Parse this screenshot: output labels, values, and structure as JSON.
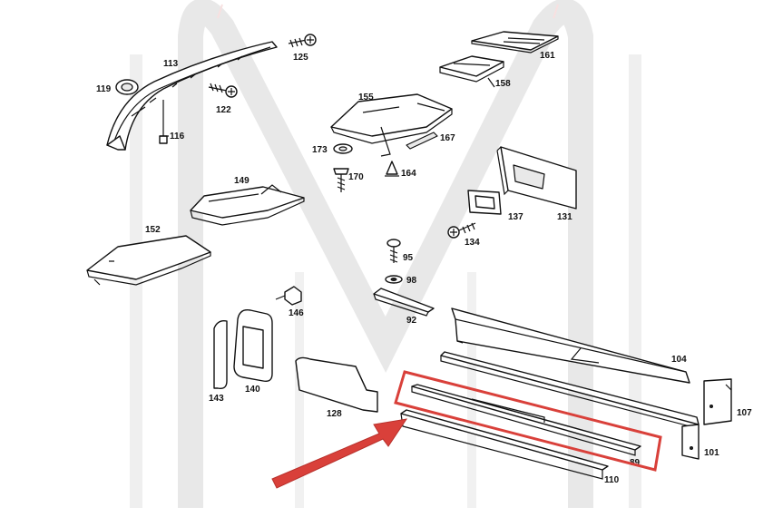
{
  "diagram": {
    "labels": {
      "p89": "89",
      "p92": "92",
      "p95": "95",
      "p98": "98",
      "p101": "101",
      "p104": "104",
      "p107": "107",
      "p110": "110",
      "p113": "113",
      "p116": "116",
      "p119": "119",
      "p122": "122",
      "p125": "125",
      "p128": "128",
      "p131": "131",
      "p134": "134",
      "p137": "137",
      "p140": "140",
      "p143": "143",
      "p146": "146",
      "p149": "149",
      "p152": "152",
      "p155": "155",
      "p158": "158",
      "p161": "161",
      "p164": "164",
      "p167": "167",
      "p170": "170",
      "p173": "173"
    },
    "highlight_color": "#d9403a",
    "arrow_color": "#d9403a",
    "watermark_color": "#cfcfcf",
    "line_color": "#111111"
  }
}
